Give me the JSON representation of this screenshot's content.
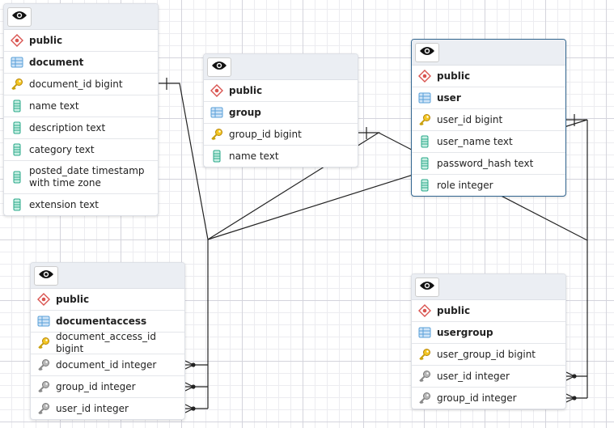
{
  "tables": {
    "document": {
      "schema": "public",
      "name": "document",
      "columns": [
        {
          "label": "document_id bigint",
          "kind": "pk"
        },
        {
          "label": "name text",
          "kind": "col"
        },
        {
          "label": "description text",
          "kind": "col"
        },
        {
          "label": "category text",
          "kind": "col"
        },
        {
          "label": "posted_date timestamp with time zone",
          "kind": "col"
        },
        {
          "label": "extension text",
          "kind": "col"
        }
      ]
    },
    "group": {
      "schema": "public",
      "name": "group",
      "columns": [
        {
          "label": "group_id bigint",
          "kind": "pk"
        },
        {
          "label": "name text",
          "kind": "col"
        }
      ]
    },
    "user": {
      "schema": "public",
      "name": "user",
      "columns": [
        {
          "label": "user_id bigint",
          "kind": "pk"
        },
        {
          "label": "user_name text",
          "kind": "col"
        },
        {
          "label": "password_hash text",
          "kind": "col"
        },
        {
          "label": "role integer",
          "kind": "col"
        }
      ]
    },
    "documentaccess": {
      "schema": "public",
      "name": "documentaccess",
      "columns": [
        {
          "label": "document_access_id bigint",
          "kind": "pk"
        },
        {
          "label": "document_id integer",
          "kind": "fk"
        },
        {
          "label": "group_id integer",
          "kind": "fk"
        },
        {
          "label": "user_id integer",
          "kind": "fk"
        }
      ]
    },
    "usergroup": {
      "schema": "public",
      "name": "usergroup",
      "columns": [
        {
          "label": "user_group_id bigint",
          "kind": "pk"
        },
        {
          "label": "user_id integer",
          "kind": "fk"
        },
        {
          "label": "group_id integer",
          "kind": "fk"
        }
      ]
    }
  },
  "colors": {
    "accent": "#326690",
    "line": "#222222",
    "pk": "#e8b923",
    "col": "#2aa88a",
    "schema": "#d9534f",
    "table": "#5aa0d8"
  }
}
